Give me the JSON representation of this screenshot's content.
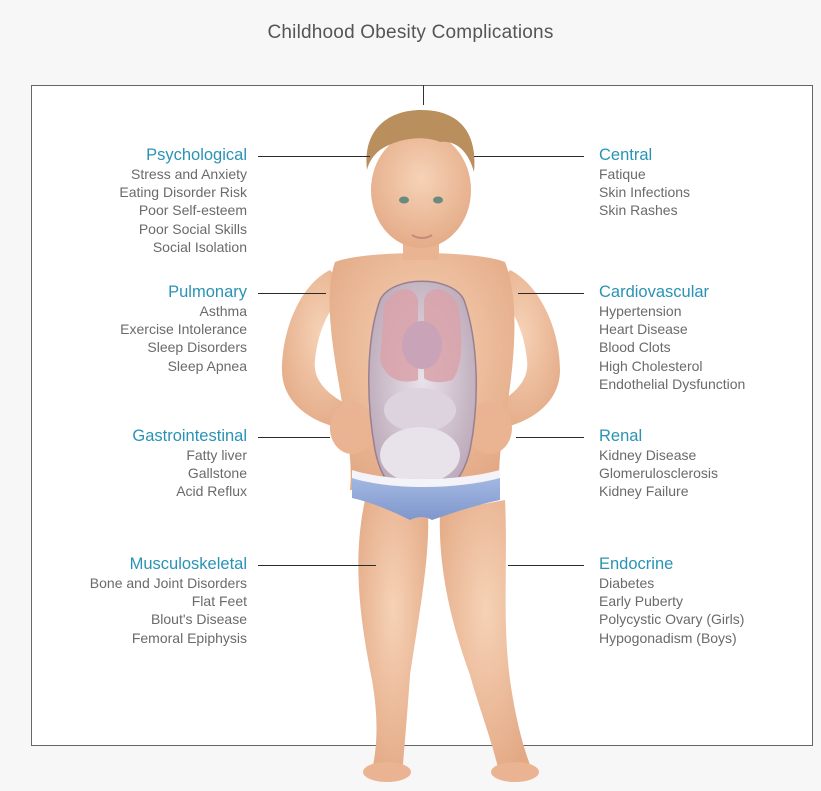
{
  "title": "Childhood Obesity Complications",
  "colors": {
    "heading": "#2a93b4",
    "item": "#6a6a6a",
    "frame": "#666666",
    "skin": "#f2c4a4",
    "hair": "#b98f5e",
    "underwear": "#8ea6d6"
  },
  "left_groups": [
    {
      "heading": "Psychological",
      "items": [
        "Stress and Anxiety",
        "Eating Disorder Risk",
        "Poor Self-esteem",
        "Poor Social Skills",
        "Social Isolation"
      ]
    },
    {
      "heading": "Pulmonary",
      "items": [
        "Asthma",
        "Exercise Intolerance",
        "Sleep Disorders",
        "Sleep Apnea"
      ]
    },
    {
      "heading": "Gastrointestinal",
      "items": [
        "Fatty liver",
        "Gallstone",
        "Acid Reflux"
      ]
    },
    {
      "heading": "Musculoskeletal",
      "items": [
        "Bone and Joint Disorders",
        "Flat Feet",
        "Blout's Disease",
        "Femoral Epiphysis"
      ]
    }
  ],
  "right_groups": [
    {
      "heading": "Central",
      "items": [
        "Fatique",
        "Skin Infections",
        "Skin Rashes"
      ]
    },
    {
      "heading": "Cardiovascular",
      "items": [
        "Hypertension",
        "Heart Disease",
        "Blood Clots",
        "High Cholesterol",
        "Endothelial Dysfunction"
      ]
    },
    {
      "heading": "Renal",
      "items": [
        "Kidney Disease",
        "Glomerulosclerosis",
        "Kidney Failure"
      ]
    },
    {
      "heading": "Endocrine",
      "items": [
        "Diabetes",
        "Early Puberty",
        "Polycystic Ovary (Girls)",
        "Hypogonadism (Boys)"
      ]
    }
  ]
}
